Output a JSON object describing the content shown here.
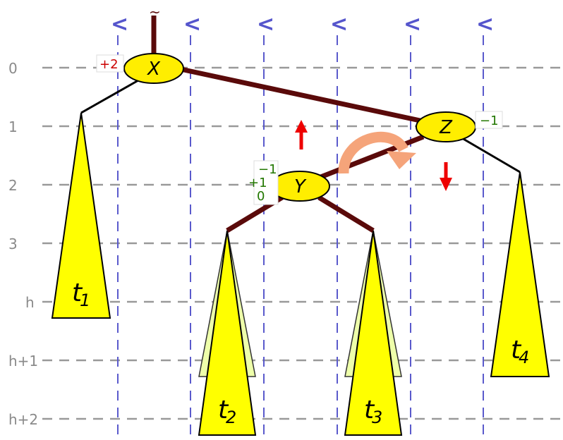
{
  "levels": [
    "0",
    "1",
    "2",
    "3",
    "h",
    "h+1",
    "h+2"
  ],
  "column_markers": [
    "<",
    "<",
    "<",
    "<",
    "<",
    "<"
  ],
  "top_mark": "~",
  "nodes": {
    "x": {
      "label": "X",
      "balance": "+2"
    },
    "z": {
      "label": "Z",
      "balance": "−1"
    },
    "y": {
      "label": "Y",
      "balance_values": [
        "−1",
        "+1",
        "0"
      ]
    }
  },
  "subtrees": [
    {
      "label": "t",
      "index": "1"
    },
    {
      "label": "t",
      "index": "2"
    },
    {
      "label": "t",
      "index": "3"
    },
    {
      "label": "t",
      "index": "4"
    }
  ],
  "colors": {
    "edge_heavy": "#5a0a0a",
    "node_fill": "#ffee00",
    "subtree_fill": "#ffff00",
    "subtree_shadow": "#eeffaa",
    "grid_horizontal": "#999999",
    "grid_vertical": "#5a5acc",
    "balance_negative": "#cc0000",
    "balance_positive": "#227700",
    "arrow": "#ee0000",
    "rotation_arrow": "#f5a47a"
  }
}
